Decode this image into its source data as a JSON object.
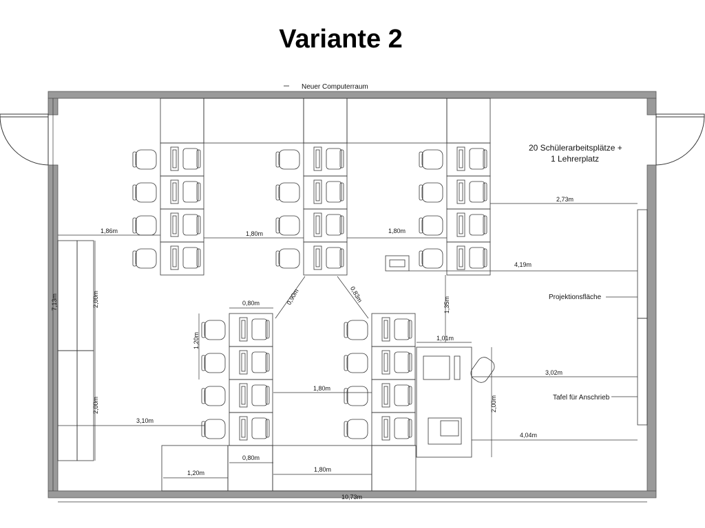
{
  "title": "Variante 2",
  "room_name": "Neuer Computerraum",
  "capacity": {
    "line1": "20 Schülerarbeitsplätze +",
    "line2": "1 Lehrerplatz"
  },
  "labels": {
    "projection": "Projektionsfläche",
    "board": "Tafel für Anschrieb"
  },
  "dimensions": {
    "room_width": "10,73m",
    "room_depth": "7,13m",
    "left_gap_top": "1,86m",
    "aisle_top_1": "1,80m",
    "aisle_top_2": "1,80m",
    "right_gap_1": "2,73m",
    "right_gap_2": "4,19m",
    "diag_left": "0,90m",
    "diag_right": "0,83m",
    "desk_depth_a": "0,80m",
    "desk_len_a": "1,20m",
    "aisle_mid": "1,80m",
    "gap_135": "1,35m",
    "gap_101": "1,01m",
    "right_gap_3": "3,02m",
    "side_2m_a": "2,00m",
    "side_2m_b": "2,00m",
    "side_2m_c": "2,00m",
    "left_gap_bottom": "3,10m",
    "right_gap_4": "4,04m",
    "desk_depth_b": "0,80m",
    "bottom_120": "1,20m",
    "bottom_180": "1,80m"
  }
}
